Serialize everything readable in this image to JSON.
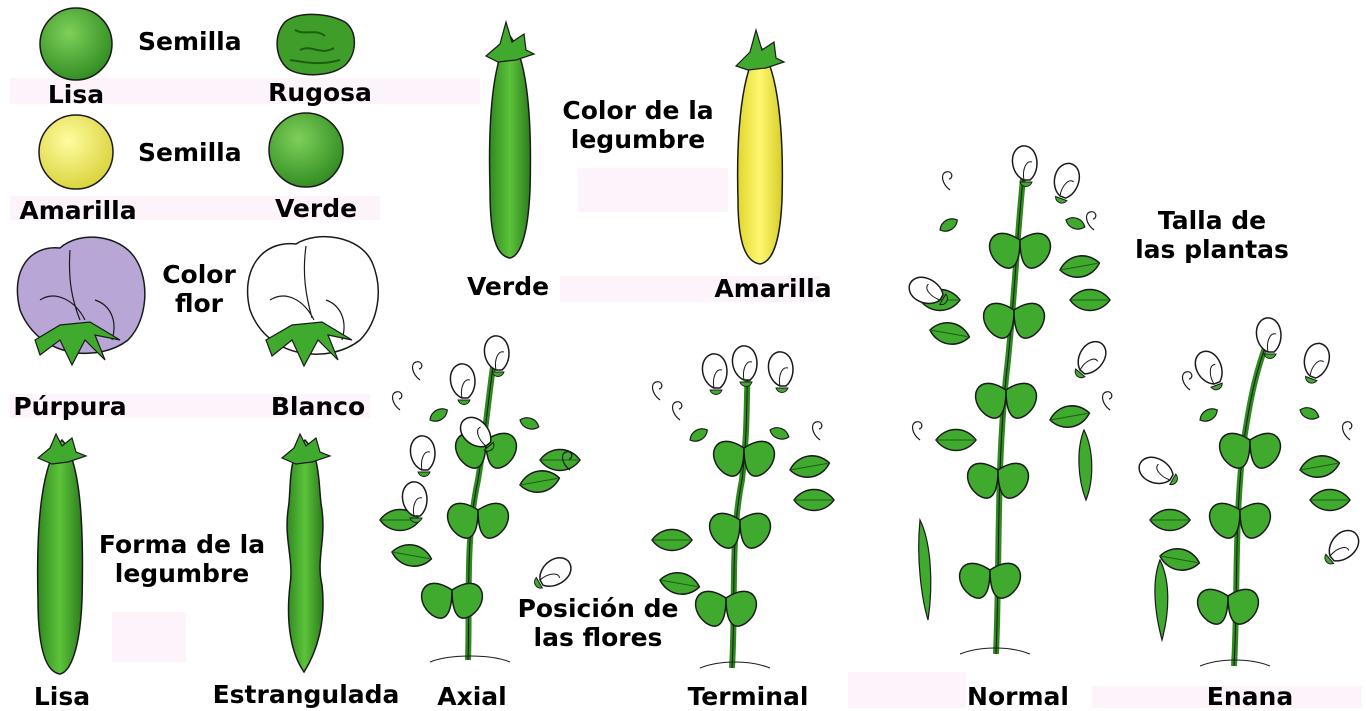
{
  "traits": {
    "seed_shape": {
      "title": "Semilla",
      "left": "Lisa",
      "right": "Rugosa"
    },
    "seed_color": {
      "title": "Semilla",
      "left": "Amarilla",
      "right": "Verde"
    },
    "flower_color": {
      "title_line1": "Color",
      "title_line2": "flor",
      "left": "Púrpura",
      "right": "Blanco"
    },
    "pod_shape": {
      "title_line1": "Forma de la",
      "title_line2": "legumbre",
      "left": "Lisa",
      "right": "Estrangulada"
    },
    "pod_color": {
      "title_line1": "Color de la",
      "title_line2": "legumbre",
      "left": "Verde",
      "right": "Amarilla"
    },
    "flower_position": {
      "title_line1": "Posición de",
      "title_line2": "las flores",
      "left": "Axial",
      "right": "Terminal"
    },
    "plant_height": {
      "title_line1": "Talla de",
      "title_line2": "las plantas",
      "left": "Normal",
      "right": "Enana"
    }
  },
  "colors": {
    "leaf_green": "#3faa2e",
    "leaf_dark": "#1e5e12",
    "pea_yellow": "#f2ee5a",
    "flower_purple": "#b7a6d6",
    "outline": "#1a1a1a"
  }
}
